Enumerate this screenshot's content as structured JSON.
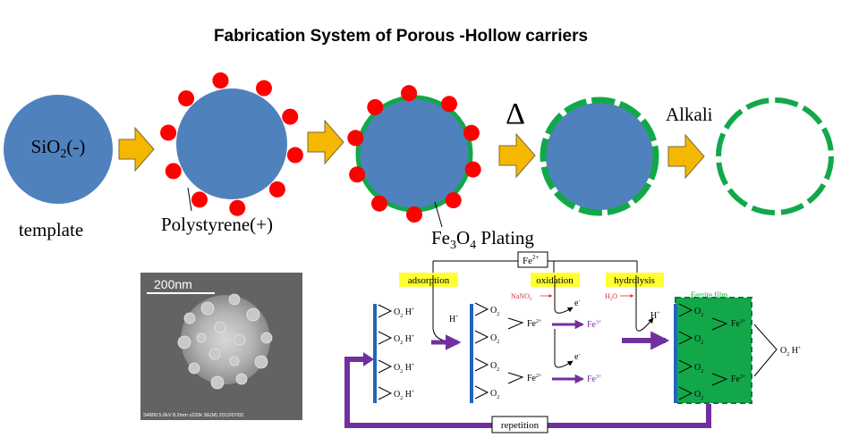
{
  "title": "Fabrication  System of Porous -Hollow carriers",
  "labels": {
    "sio2": "SiO",
    "sio2_sub": "2",
    "sio2_charge": "(-)",
    "template": "template",
    "polystyrene": "Polystyrene(+)",
    "fe3o4_a": "Fe",
    "fe3o4_sub3": "3",
    "fe3o4_o": "O",
    "fe3o4_sub4": "4",
    "fe3o4_plating": " Plating",
    "delta": "Δ",
    "alkali": "Alkali"
  },
  "sem": {
    "scale": "200nm",
    "caption": "S4800 5.0kV 8.2mm x220k SE(M) 2012/07/02"
  },
  "mechanism": {
    "fe2_top": "Fe",
    "fe2_top_sup": "2+",
    "steps": {
      "adsorption": "adsorption",
      "oxidation": "oxidation",
      "hydrolysis": "hydrolysis"
    },
    "ferrite": "Ferrite film",
    "nano2": "NaNO",
    "nano2_sub": "2",
    "h2o": "H",
    "h2o_sub": "2",
    "h2o_o": "O",
    "hplus": "H",
    "hplus_sup": "+",
    "o2": "O",
    "o2_sub": "2",
    "fe2": "Fe",
    "fe2_sup": "2+",
    "fe3": "Fe",
    "fe3_sup": "3+",
    "eminus": "e",
    "eminus_sup": "-",
    "repetition": "repetition"
  },
  "colors": {
    "sphere": "#4f81bd",
    "arrow": "#f5b800",
    "bead": "#ff0000",
    "plating": "#12a84a",
    "highlight": "#ffff33",
    "purple": "#7030a0",
    "electrode": "#1f67b8",
    "ferrite_text": "#12a84a",
    "fe3_text": "#7030a0",
    "reagent": "#e03030"
  }
}
